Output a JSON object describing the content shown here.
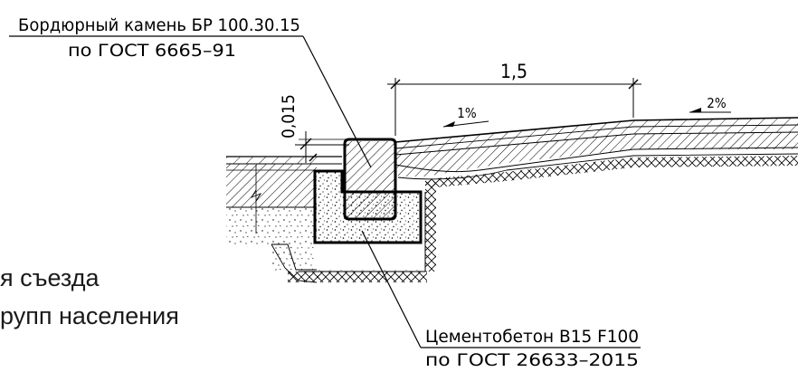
{
  "callouts": {
    "curb": {
      "line1": "Бордюрный камень БР 100.30.15",
      "line2": "по ГОСТ 6665–91"
    },
    "concrete": {
      "line1": "Цементобетон В15 F100",
      "line2": "по ГОСТ 26633–2015"
    }
  },
  "dimensions": {
    "width": "1,5",
    "height": "0,015"
  },
  "slopes": {
    "ramp": "1%",
    "road": "2%"
  },
  "caption": {
    "line1": "я съезда",
    "line2": "рупп населения"
  },
  "colors": {
    "ink": "#000000",
    "caption": "#1a1a1a"
  }
}
